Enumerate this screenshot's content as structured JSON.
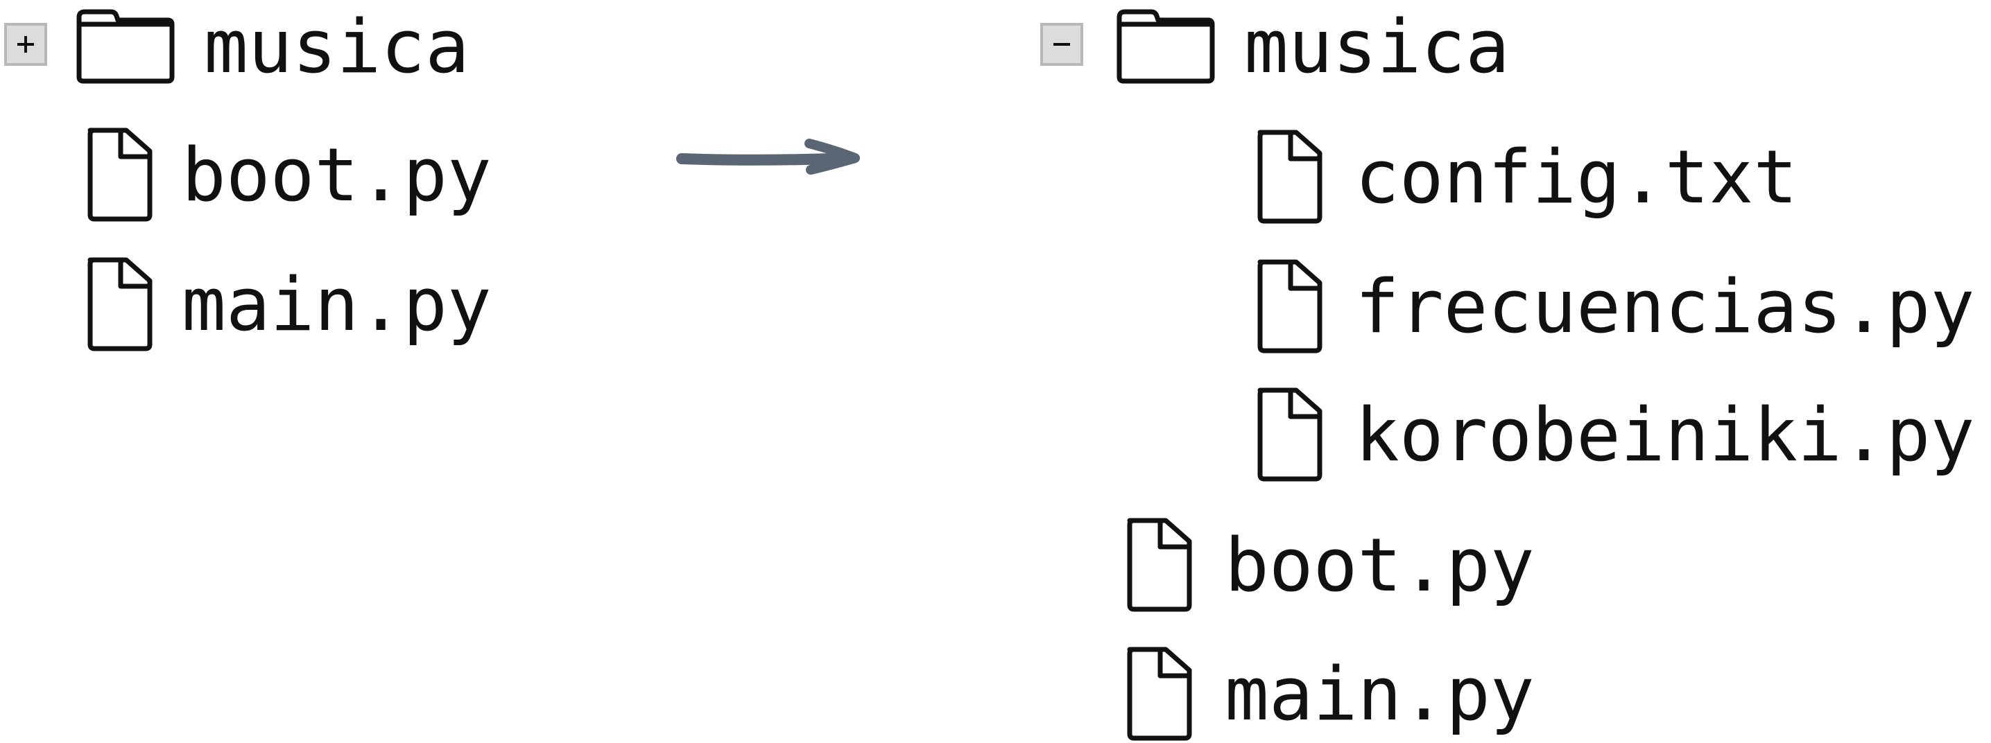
{
  "colors": {
    "arrow": "#5a6673",
    "toggle_fill": "#dcdcdc",
    "toggle_border": "#b8b8b8",
    "icon_stroke": "#111111",
    "text": "#111111"
  },
  "before": {
    "folder": {
      "label": "musica",
      "toggle_symbol": "+",
      "icon": "folder-icon"
    },
    "files": [
      {
        "label": "boot.py",
        "icon": "file-icon"
      },
      {
        "label": "main.py",
        "icon": "file-icon"
      }
    ]
  },
  "after": {
    "folder": {
      "label": "musica",
      "toggle_symbol": "−",
      "icon": "folder-icon"
    },
    "children": [
      {
        "label": "config.txt",
        "icon": "file-icon"
      },
      {
        "label": "frecuencias.py",
        "icon": "file-icon"
      },
      {
        "label": "korobeiniki.py",
        "icon": "file-icon"
      }
    ],
    "files": [
      {
        "label": "boot.py",
        "icon": "file-icon"
      },
      {
        "label": "main.py",
        "icon": "file-icon"
      }
    ]
  }
}
